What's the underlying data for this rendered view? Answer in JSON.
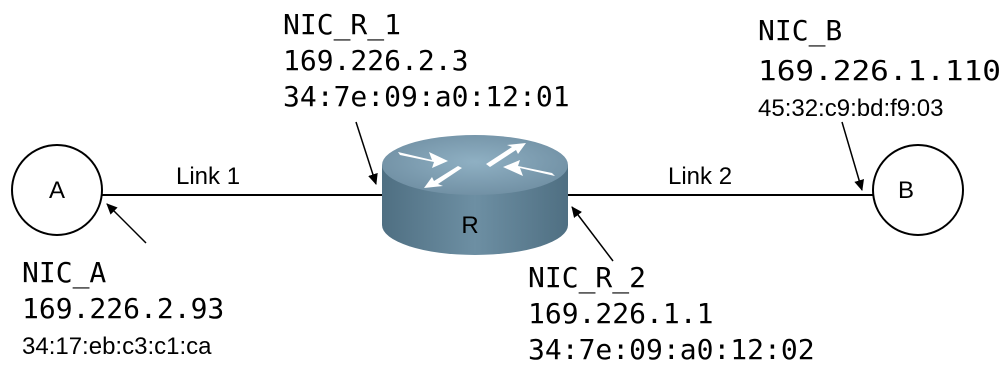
{
  "nodes": {
    "a": {
      "label": "A"
    },
    "b": {
      "label": "B"
    },
    "router": {
      "label": "R"
    }
  },
  "links": [
    {
      "label": "Link 1"
    },
    {
      "label": "Link 2"
    }
  ],
  "nics": {
    "nic_r_1": {
      "name": "NIC_R_1",
      "ip": "169.226.2.3",
      "mac": "34:7e:09:a0:12:01"
    },
    "nic_b": {
      "name": "NIC_B",
      "ip": "169.226.1.110",
      "mac": "45:32:c9:bd:f9:03"
    },
    "nic_a": {
      "name": "NIC_A",
      "ip": "169.226.2.93",
      "mac": "34:17:eb:c3:c1:ca"
    },
    "nic_r_2": {
      "name": "NIC_R_2",
      "ip": "169.226.1.1",
      "mac": "34:7e:09:a0:12:02"
    }
  },
  "colors": {
    "router_top": "#7f9fb3",
    "router_side": "#5e7f93",
    "router_arrow": "#ffffff",
    "line": "#000000"
  }
}
